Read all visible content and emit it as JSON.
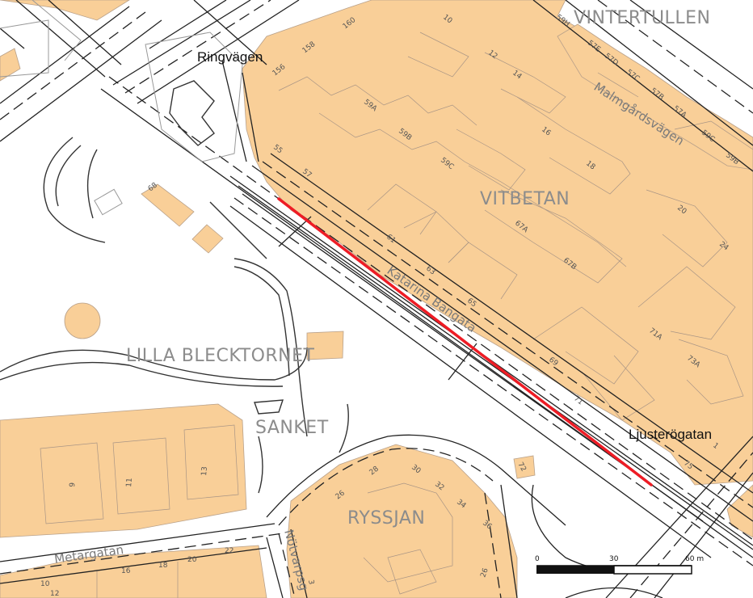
{
  "map": {
    "districts": {
      "vintertullen": "VINTERTULLEN",
      "vitbetan": "VITBETAN",
      "lilla_blecktornet": "LILLA BLECKTORNET",
      "sanket": "SANKET",
      "ryssjan": "RYSSJAN"
    },
    "streets": {
      "ringvagen": "Ringvägen",
      "ljusterogatan": "Ljusterögatan",
      "malmgardsvagen": "Malmgårdsvägen",
      "katarina_bangata": "Katarina Bangata",
      "metargatan": "Metargatan",
      "notvarpsgatan": "Nötvarpsg"
    },
    "house_numbers": {
      "n160": "160",
      "n158": "158",
      "n156": "156",
      "n10a": "10",
      "n12a": "12",
      "n14": "14",
      "n16a": "16",
      "n18a": "18",
      "n20a": "20",
      "n24": "24",
      "n55": "55",
      "n57": "57",
      "n59a": "59A",
      "n59b": "59B",
      "n59c": "59C",
      "n61": "61",
      "n63": "63",
      "n65": "65",
      "n67a": "67A",
      "n67b": "67B",
      "n69": "69",
      "n71": "71",
      "n71a": "71A",
      "n73a": "73A",
      "n75": "75",
      "n1": "1",
      "n68": "68",
      "n72": "72",
      "n59h": "59H",
      "n57e": "57E",
      "n57d": "57D",
      "n57c": "57C",
      "n57b": "57B",
      "n57a": "57A",
      "n59c2": "59C",
      "n59b2": "59B",
      "n9": "9",
      "n11": "11",
      "n13": "13",
      "n26a": "26",
      "n28": "28",
      "n30": "30",
      "n32": "32",
      "n34": "34",
      "n36": "36",
      "n26b": "26",
      "n10b": "10",
      "n12b": "12",
      "n16b": "16",
      "n18b": "18",
      "n20b": "20",
      "n22": "22",
      "n3": "3"
    },
    "highlight_color": "#ee1c25",
    "block_color": "#f9cf98",
    "scale_bar": {
      "label_0": "0",
      "label_30": "30",
      "label_60": "60 m"
    }
  }
}
